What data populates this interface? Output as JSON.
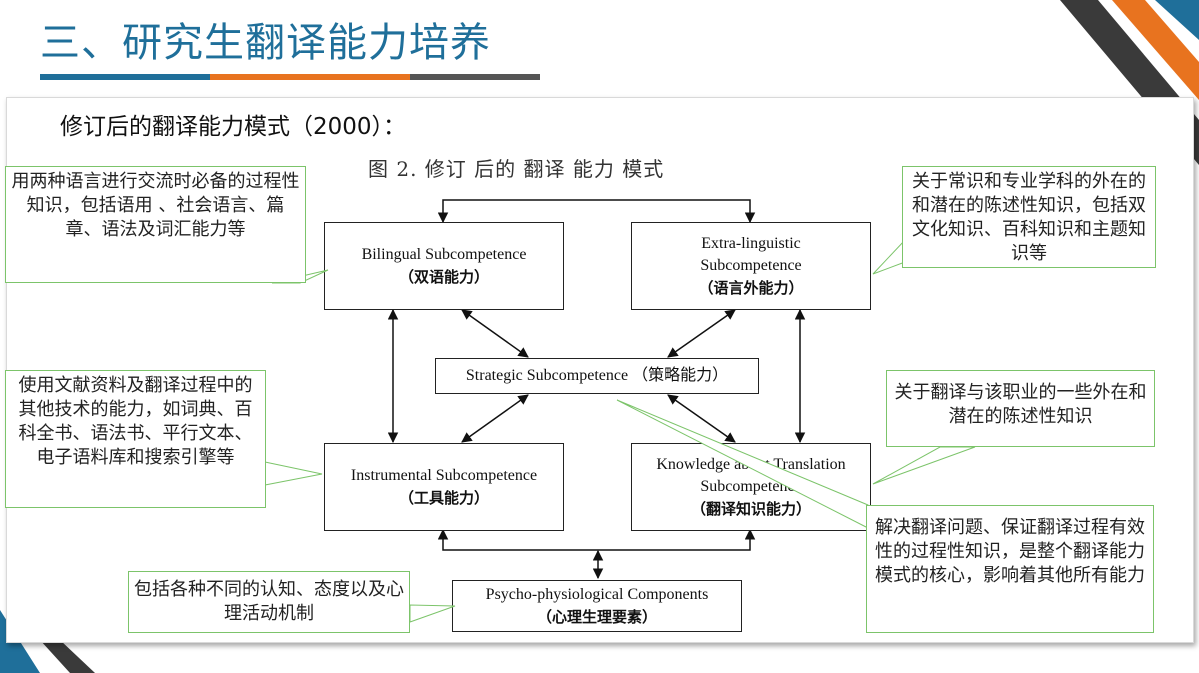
{
  "slide": {
    "title": "三、研究生翻译能力培养",
    "subtitle": "修订后的翻译能力模式（2000）：",
    "title_bar_colors": [
      "#1f6f9a",
      "#e8731f",
      "#555555"
    ]
  },
  "figure": {
    "caption": "图 2.  修订 后的 翻译 能力 模式",
    "boxes": {
      "bilingual": {
        "en": "Bilingual Subcompetence",
        "zh": "（双语能力）"
      },
      "extra": {
        "en1": "Extra-linguistic",
        "en2": "Subcompetence",
        "zh": "（语言外能力）"
      },
      "strategic": {
        "label": "Strategic Subcompetence （策略能力）"
      },
      "instrumental": {
        "en": "Instrumental Subcompetence",
        "zh": "（工具能力）"
      },
      "knowledge": {
        "en1": "Knowledge about Translation",
        "en2": "Subcompetence",
        "zh": "（翻译知识能力）"
      },
      "psycho": {
        "en": "Psycho-physiological Components",
        "zh": "（心理生理要素）"
      }
    }
  },
  "callouts": {
    "bilingual": "用两种语言进行交流时必备的过程性知识，包括语用 、社会语言、篇章、语法及词汇能力等",
    "extra": "关于常识和专业学科的外在的和潜在的陈述性知识，包括双文化知识、百科知识和主题知识等",
    "instrumental": "使用文献资料及翻译过程中的其他技术的能力，如词典、百科全书、语法书、平行文本、电子语料库和搜索引擎等",
    "knowledge": "关于翻译与该职业的一些外在和潜在的陈述性知识",
    "strategic": "解决翻译问题、保证翻译过程有效性的过程性知识，是整个翻译能力模式的核心，影响着其他所有能力",
    "psycho": "包括各种不同的认知、态度以及心理活动机制"
  },
  "colors": {
    "callout_border": "#7cc46a",
    "title": "#1f6f9a",
    "accent_orange": "#e8731f"
  }
}
